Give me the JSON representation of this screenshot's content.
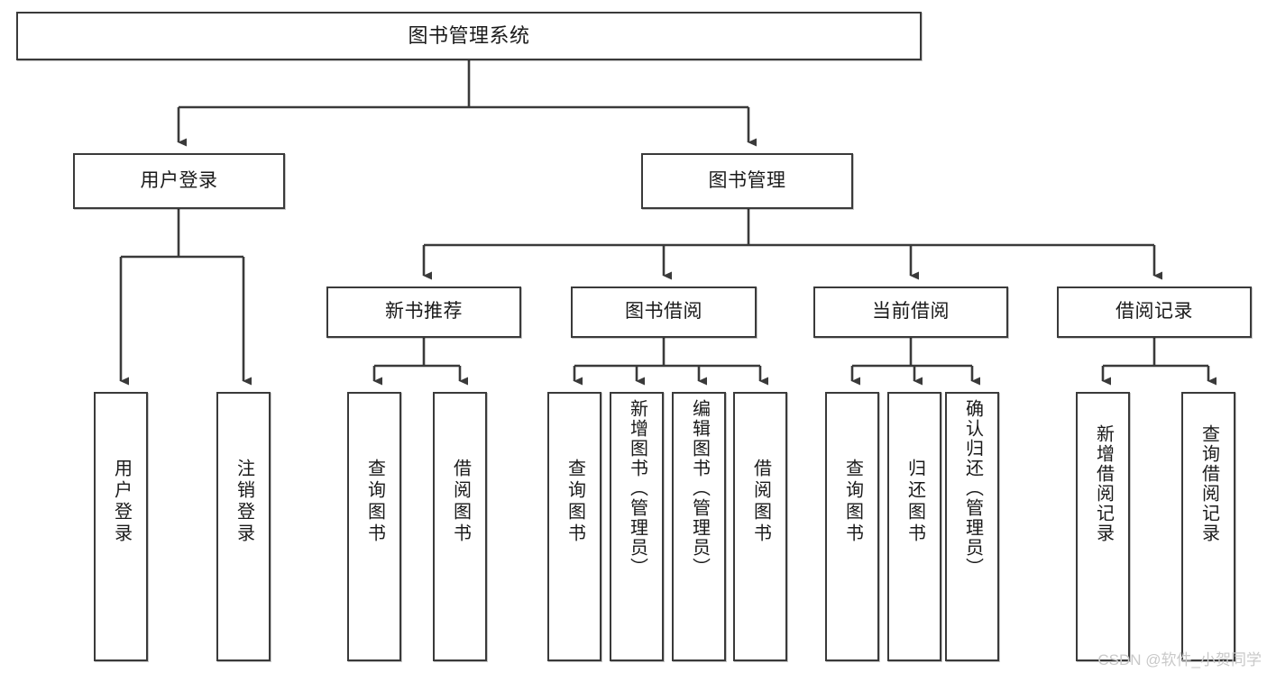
{
  "diagram": {
    "type": "hierarchy-tree",
    "title": "图书管理系统",
    "root": {
      "label": "图书管理系统"
    },
    "level2": [
      {
        "label": "用户登录"
      },
      {
        "label": "图书管理"
      }
    ],
    "level3": [
      {
        "label": "新书推荐"
      },
      {
        "label": "图书借阅"
      },
      {
        "label": "当前借阅"
      },
      {
        "label": "借阅记录"
      }
    ],
    "leaves": {
      "user_login": [
        {
          "label": "用户登录"
        },
        {
          "label": "注销登录"
        }
      ],
      "new_book_recommend": [
        {
          "label": "查询图书"
        },
        {
          "label": "借阅图书"
        }
      ],
      "book_borrow": [
        {
          "label": "查询图书"
        },
        {
          "label": "新增图书（管理员）"
        },
        {
          "label": "编辑图书（管理员）"
        },
        {
          "label": "借阅图书"
        }
      ],
      "current_borrow": [
        {
          "label": "查询图书"
        },
        {
          "label": "归还图书"
        },
        {
          "label": "确认归还（管理员）"
        }
      ],
      "borrow_record": [
        {
          "label": "新增借阅记录"
        },
        {
          "label": "查询借阅记录"
        }
      ]
    }
  },
  "watermark": {
    "text": "CSDN @软件_小贺同学"
  },
  "colors": {
    "stroke": "#3a3a3a",
    "text": "#1a1a1a",
    "background": "#ffffff",
    "watermark": "#c9c9c9"
  }
}
